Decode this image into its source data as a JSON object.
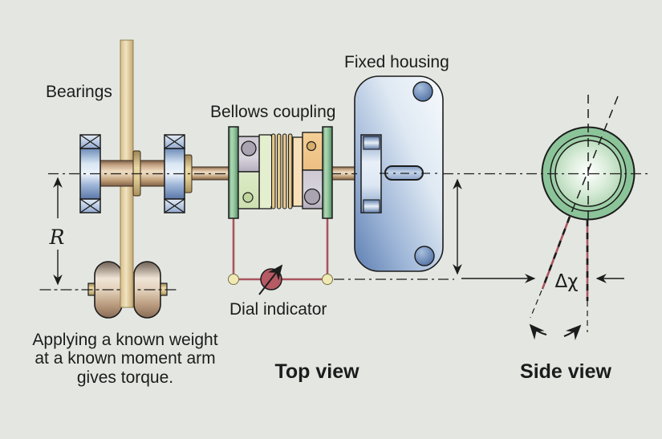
{
  "diagram": {
    "labels": {
      "bearings": "Bearings",
      "bellows_coupling": "Bellows coupling",
      "fixed_housing": "Fixed housing",
      "dial_indicator": "Dial indicator",
      "top_view": "Top view",
      "side_view": "Side view",
      "moment_arm_radius": "R",
      "twist_angle": "Δχ"
    },
    "caption": {
      "line1": "Applying a known weight",
      "line2": "at a known moment arm",
      "line3": "gives torque."
    },
    "colors": {
      "background": "#e4e7e1",
      "indicator_red": "#a85560",
      "dial_fill": "#b65a64",
      "connector_dot": "#efe9b4",
      "coupling_green": "#8cc49a",
      "housing_blue": "#6080b2",
      "shaft_tan": "#caa483",
      "line_black": "#1c1c1c"
    }
  }
}
